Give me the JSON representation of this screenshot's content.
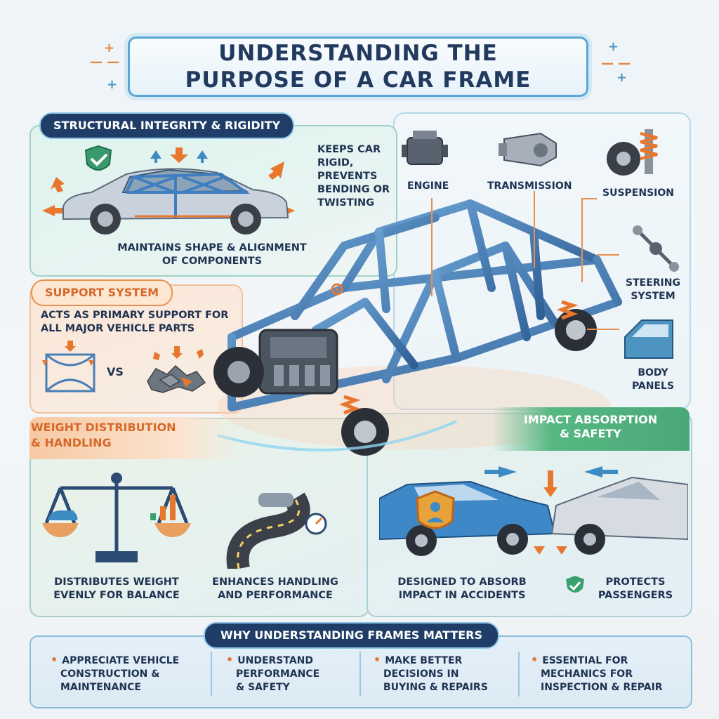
{
  "title": {
    "line1": "UNDERSTANDING THE",
    "line2": "PURPOSE OF A CAR FRAME"
  },
  "structural": {
    "header": "STRUCTURAL INTEGRITY & RIGIDITY",
    "note": [
      "KEEPS CAR",
      "RIGID,",
      "PREVENTS",
      "BENDING OR",
      "TWISTING"
    ],
    "caption": [
      "MAINTAINS SHAPE & ALIGNMENT",
      "OF COMPONENTS"
    ]
  },
  "support": {
    "header": "SUPPORT SYSTEM",
    "desc": [
      "ACTS AS PRIMARY SUPPORT FOR",
      "ALL MAJOR VEHICLE PARTS"
    ],
    "vs": "VS"
  },
  "weight": {
    "header": [
      "WEIGHT DISTRIBUTION",
      "& HANDLING"
    ],
    "caption_left": [
      "DISTRIBUTES WEIGHT",
      "EVENLY FOR BALANCE"
    ],
    "caption_right": [
      "ENHANCES HANDLING",
      "AND PERFORMANCE"
    ]
  },
  "components": {
    "engine": "ENGINE",
    "transmission": "TRANSMISSION",
    "suspension": "SUSPENSION",
    "steering": [
      "STEERING",
      "SYSTEM"
    ],
    "body": [
      "BODY",
      "PANELS"
    ]
  },
  "impact": {
    "header": [
      "IMPACT ABSORPTION",
      "& SAFETY"
    ],
    "caption_left": [
      "DESIGNED TO ABSORB",
      "IMPACT IN ACCIDENTS"
    ],
    "caption_right": [
      "PROTECTS",
      "PASSENGERS"
    ]
  },
  "why": {
    "header": "WHY UNDERSTANDING FRAMES MATTERS",
    "items": [
      [
        "APPRECIATE VEHICLE",
        "CONSTRUCTION &",
        "MAINTENANCE"
      ],
      [
        "UNDERSTAND",
        "PERFORMANCE",
        "& SAFETY"
      ],
      [
        "MAKE BETTER",
        "DECISIONS IN",
        "BUYING & REPAIRS"
      ],
      [
        "ESSENTIAL FOR",
        "MECHANICS FOR",
        "INSPECTION & REPAIR"
      ]
    ]
  },
  "colors": {
    "navy": "#1f3d66",
    "orange": "#e8904e",
    "teal": "#57b883",
    "blue": "#4d94c2"
  },
  "icons": [
    "shield-check-icon",
    "engine-icon",
    "transmission-icon",
    "suspension-icon",
    "steering-icon",
    "door-icon",
    "balance-scale-icon",
    "road-icon",
    "speedometer-icon",
    "shield-person-icon",
    "check-shield-icon"
  ]
}
